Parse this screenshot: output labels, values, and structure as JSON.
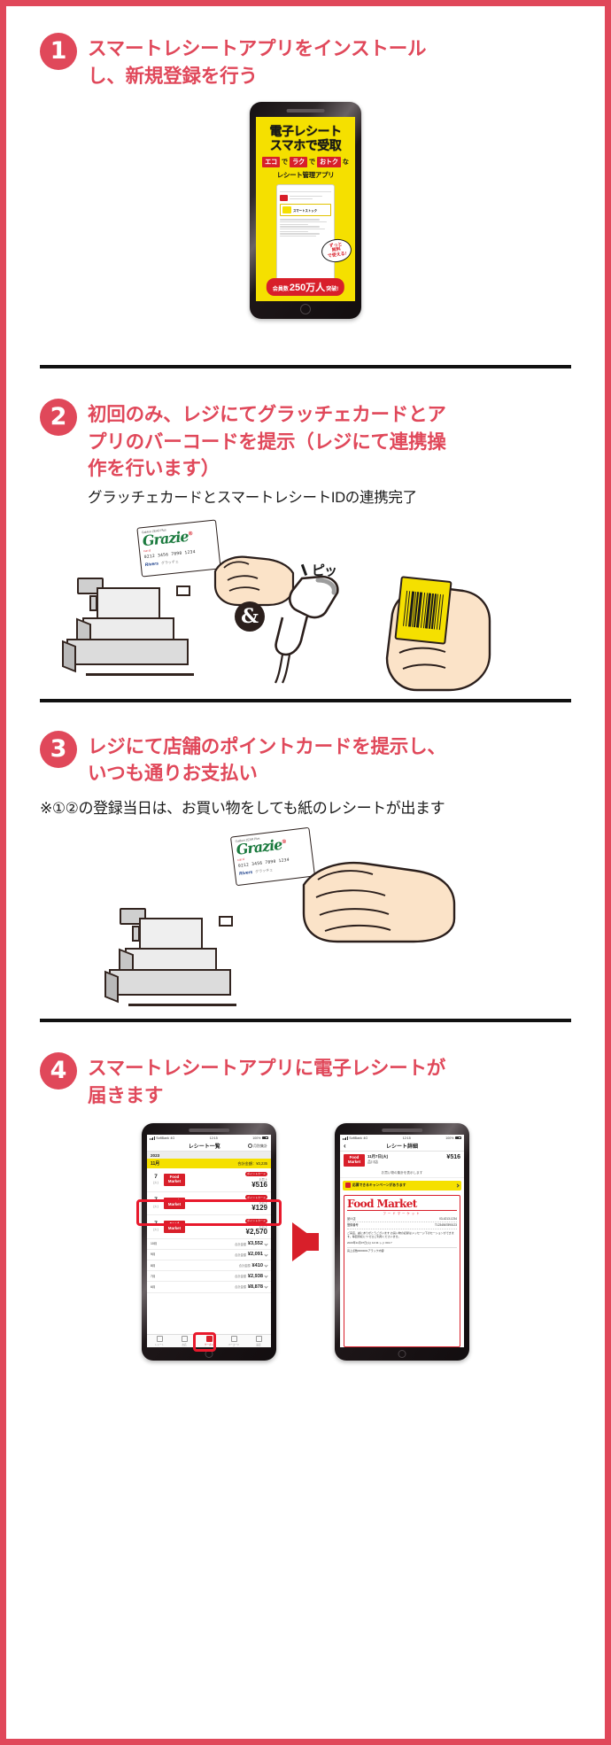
{
  "steps": [
    {
      "number": "1",
      "title": "スマートレシートアプリをインストールし、新規登録を行う",
      "sub": "",
      "note": ""
    },
    {
      "number": "2",
      "title": "初回のみ、レジにてグラッチェカードとアプリのバーコードを提示（レジにて連携操作を行います）",
      "sub": "グラッチェカードとスマートレシートIDの連携完了",
      "note": ""
    },
    {
      "number": "3",
      "title": "レジにて店舗のポイントカードを提示し、いつも通りお支払い",
      "sub": "",
      "note": "※①②の登録当日は、お買い物をしても紙のレシートが出ます"
    },
    {
      "number": "4",
      "title": "スマートレシートアプリに電子レシートが届きます",
      "sub": "",
      "note": ""
    }
  ],
  "poster": {
    "headline_line1": "電子レシート",
    "headline_line2": "スマホで受取",
    "tag1": "エコ",
    "tag_conj1": "で",
    "tag2": "ラク",
    "tag_conj2": "で",
    "tag3": "おトク",
    "tag_conj3": "な",
    "subhead": "レシート管理アプリ",
    "bubble": "ずっと\n無料\nで使える!",
    "badge_prefix": "会員数",
    "badge_number": "250万人",
    "badge_suffix": "突破!",
    "mini_app_title": "スマートストック"
  },
  "grazie_card": {
    "top_line": "Gakken ZEAR Plus",
    "logo": "Grazie",
    "logo_sup": "®",
    "sub": "card",
    "number": "0212 3456 7890 1234",
    "brand": "Rivers",
    "brand_note": "グラッチェ"
  },
  "scan_sound": "ピッ",
  "ampersand": "&",
  "receipt_list_screen": {
    "status": {
      "carrier": "SoftBank",
      "network": "4G",
      "time": "12:15",
      "battery_label": "100%"
    },
    "nav_title": "レシート一覧",
    "nav_right": "月別集計",
    "year": "2023",
    "month_label": "11月",
    "month_total_label": "合計金額：",
    "month_total": "¥3,235",
    "rows": [
      {
        "day": "7",
        "weekday": "(火)",
        "shop": "Food Market",
        "tag": "ポイントカード",
        "unit": "お買上",
        "amount": "¥516"
      },
      {
        "day": "7",
        "weekday": "(火)",
        "shop": "Food Market",
        "tag": "ポイントカード",
        "unit": "お買上",
        "amount": "¥129"
      },
      {
        "day": "7",
        "weekday": "(火)",
        "shop": "Food Market",
        "tag": "ポイントカード",
        "unit": "お買上",
        "amount": "¥2,570"
      }
    ],
    "collapsed": [
      {
        "month": "10",
        "unit": "月",
        "label": "合計金額",
        "total": "¥3,552"
      },
      {
        "month": "9",
        "unit": "月",
        "label": "合計金額",
        "total": "¥2,091"
      },
      {
        "month": "8",
        "unit": "月",
        "label": "合計金額",
        "total": "¥410"
      },
      {
        "month": "7",
        "unit": "月",
        "label": "合計金額",
        "total": "¥2,938"
      },
      {
        "month": "6",
        "unit": "月",
        "label": "合計金額",
        "total": "¥8,878"
      }
    ],
    "tabs": [
      "レシート",
      "お店",
      "クーポン",
      "バーコード",
      "設定"
    ]
  },
  "receipt_detail_screen": {
    "status": {
      "carrier": "SoftBank",
      "network": "4G",
      "time": "12:15",
      "battery_label": "100%"
    },
    "nav_back": "‹",
    "nav_title": "レシート詳細",
    "shop": "Food Market",
    "date": "11月7日(火)",
    "store": "品川店",
    "amount": "¥516",
    "subnote": "お買い物の集計を表示します",
    "campaign": "応募できるキャンペーンがあります",
    "receipt_title": "Food Market",
    "receipt_subtitle": "フードマーケット",
    "store_line_label": "品川店",
    "store_line_tel": "03-4213-1234",
    "register_label": "登録番号",
    "register_value": "T1234567890123",
    "body_text": "ご来店、誠にありがとうございます お買い物の記録はメッセージ下のセーションができます。毎回領収につ ゼロご利用くださいませ。",
    "date_time": "2023年11月07日(火) 12:34  レジ 001:7",
    "footer_text": "買上点数0000001アラック内容",
    "line_items": [
      {
        "name": "品名",
        "price": "03-4213-1234"
      }
    ]
  }
}
